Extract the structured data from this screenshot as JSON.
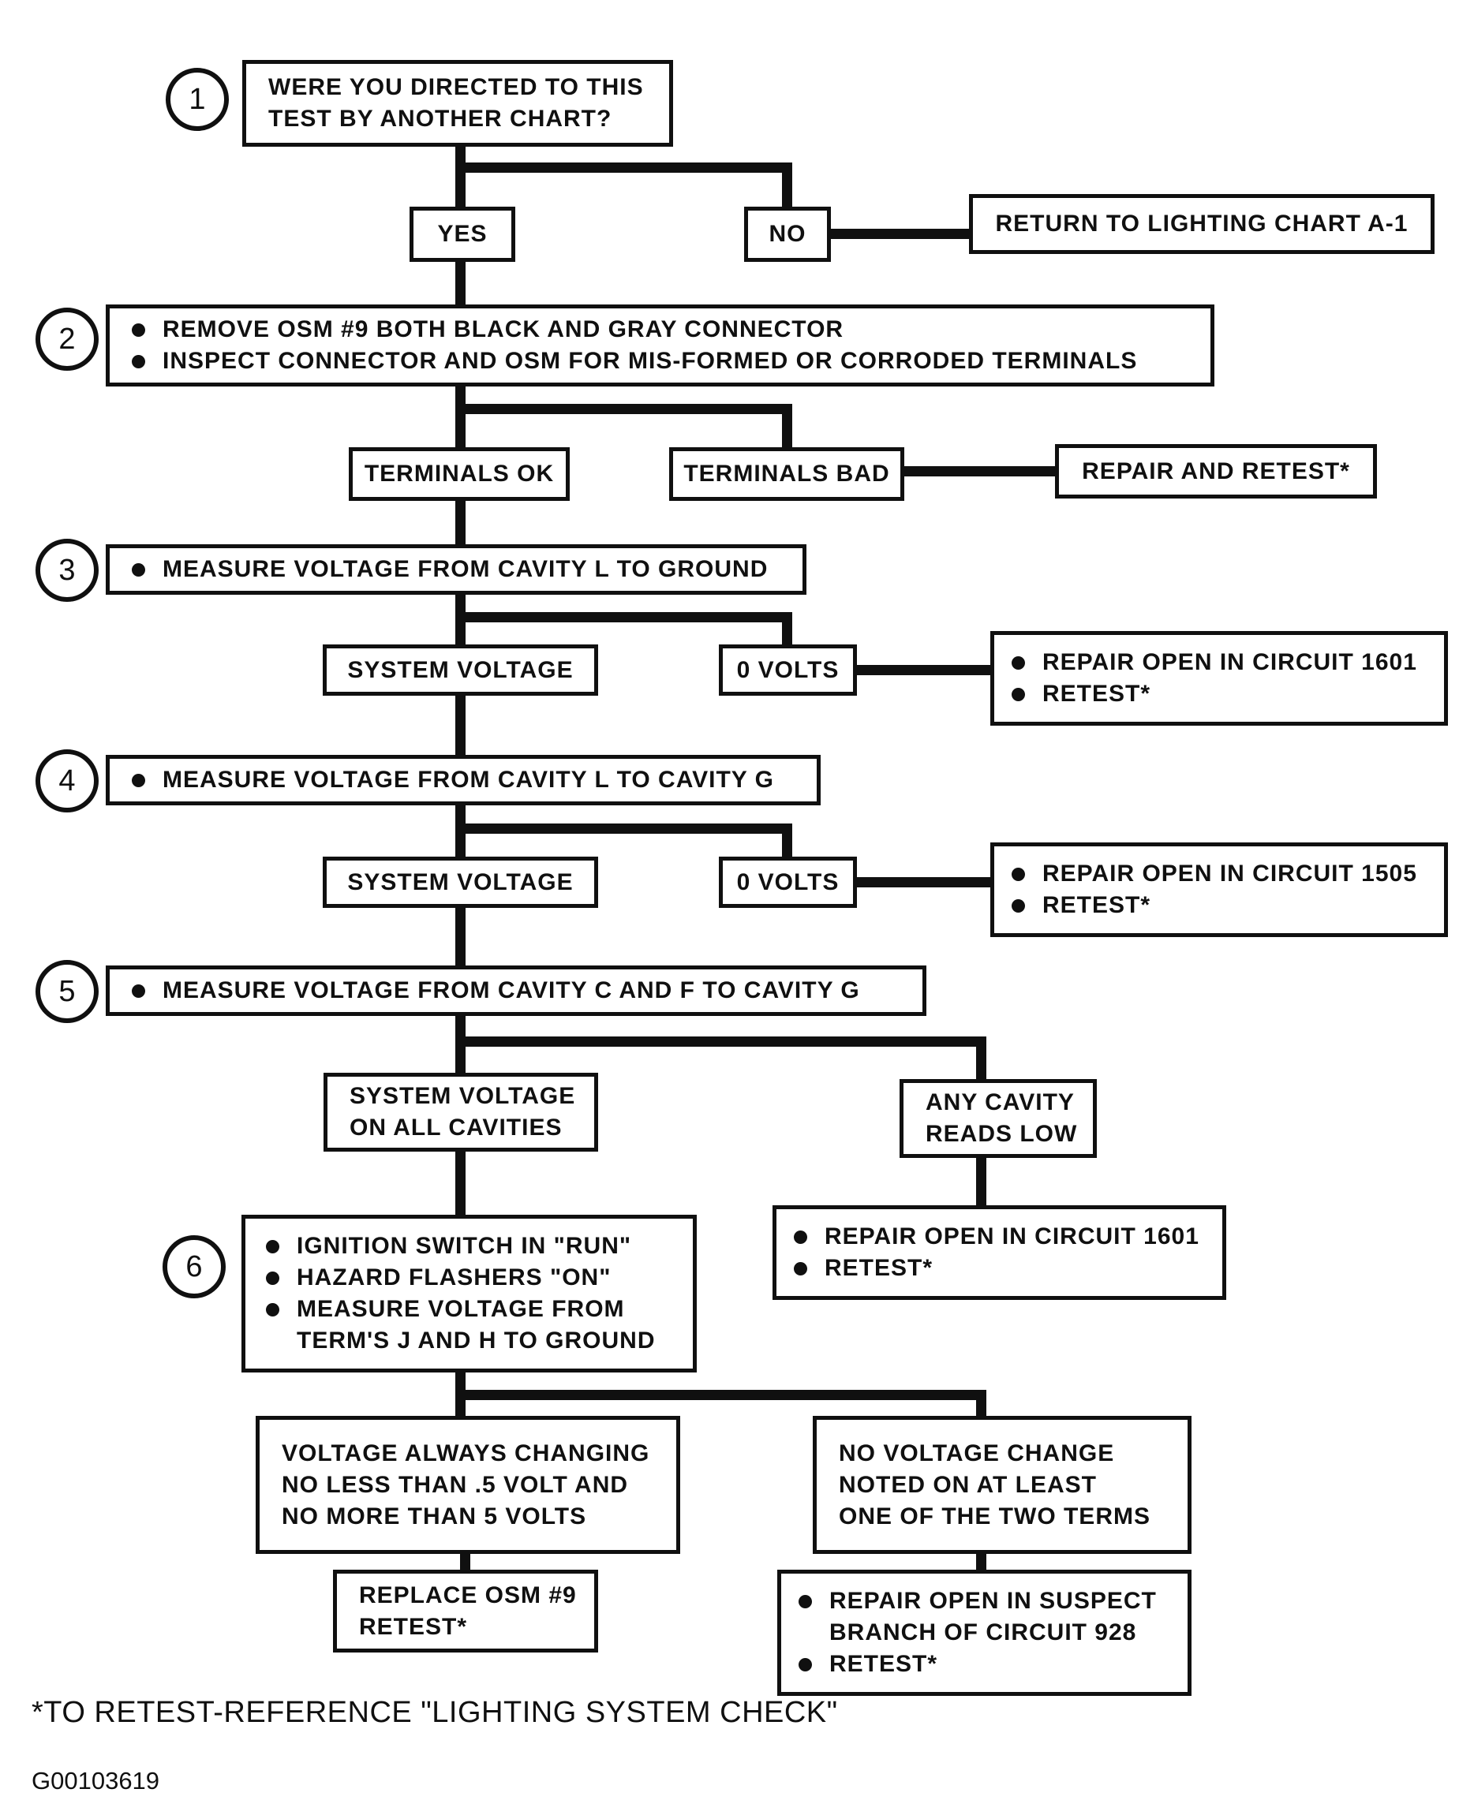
{
  "page": {
    "background": "#ffffff",
    "ink": "#101010",
    "footnote": "*TO RETEST-REFERENCE \"LIGHTING SYSTEM CHECK\"",
    "figure_id": "G00103619"
  },
  "steps": {
    "s1": {
      "number": "1",
      "question_line1": "WERE YOU DIRECTED TO THIS",
      "question_line2": "TEST BY ANOTHER CHART?",
      "yes_label": "YES",
      "no_label": "NO",
      "no_action": "RETURN TO LIGHTING CHART A-1"
    },
    "s2": {
      "number": "2",
      "bullet1": "REMOVE OSM #9 BOTH BLACK AND GRAY CONNECTOR",
      "bullet2": "INSPECT CONNECTOR AND OSM FOR MIS-FORMED OR CORRODED TERMINALS",
      "ok_label": "TERMINALS OK",
      "bad_label": "TERMINALS BAD",
      "bad_action": "REPAIR AND RETEST*"
    },
    "s3": {
      "number": "3",
      "bullet1": "MEASURE VOLTAGE FROM CAVITY L TO GROUND",
      "ok_label": "SYSTEM VOLTAGE",
      "bad_label": "0 VOLTS",
      "action_line1": "REPAIR OPEN IN CIRCUIT 1601",
      "action_line2": "RETEST*"
    },
    "s4": {
      "number": "4",
      "bullet1": "MEASURE VOLTAGE FROM CAVITY L TO CAVITY G",
      "ok_label": "SYSTEM VOLTAGE",
      "bad_label": "0 VOLTS",
      "action_line1": "REPAIR OPEN IN CIRCUIT 1505",
      "action_line2": "RETEST*"
    },
    "s5": {
      "number": "5",
      "bullet1": "MEASURE VOLTAGE FROM CAVITY C AND F TO CAVITY G",
      "ok_line1": "SYSTEM VOLTAGE",
      "ok_line2": "ON ALL CAVITIES",
      "bad_line1": "ANY CAVITY",
      "bad_line2": "READS LOW",
      "action_line1": "REPAIR OPEN IN CIRCUIT 1601",
      "action_line2": "RETEST*"
    },
    "s6": {
      "number": "6",
      "bullet1": "IGNITION SWITCH IN \"RUN\"",
      "bullet2": "HAZARD FLASHERS \"ON\"",
      "bullet3_line1": "MEASURE VOLTAGE FROM",
      "bullet3_line2": "TERM'S J AND H TO GROUND",
      "ok_line1": "VOLTAGE ALWAYS CHANGING",
      "ok_line2": "NO LESS THAN .5 VOLT AND",
      "ok_line3": "NO MORE THAN 5 VOLTS",
      "bad_line1": "NO VOLTAGE CHANGE",
      "bad_line2": "NOTED ON AT LEAST",
      "bad_line3": "ONE OF THE TWO TERMS",
      "ok_action_line1": "REPLACE OSM #9",
      "ok_action_line2": "RETEST*",
      "bad_action_line1": "REPAIR OPEN IN SUSPECT",
      "bad_action_line2": "BRANCH OF CIRCUIT 928",
      "bad_action_line3": "RETEST*"
    }
  }
}
